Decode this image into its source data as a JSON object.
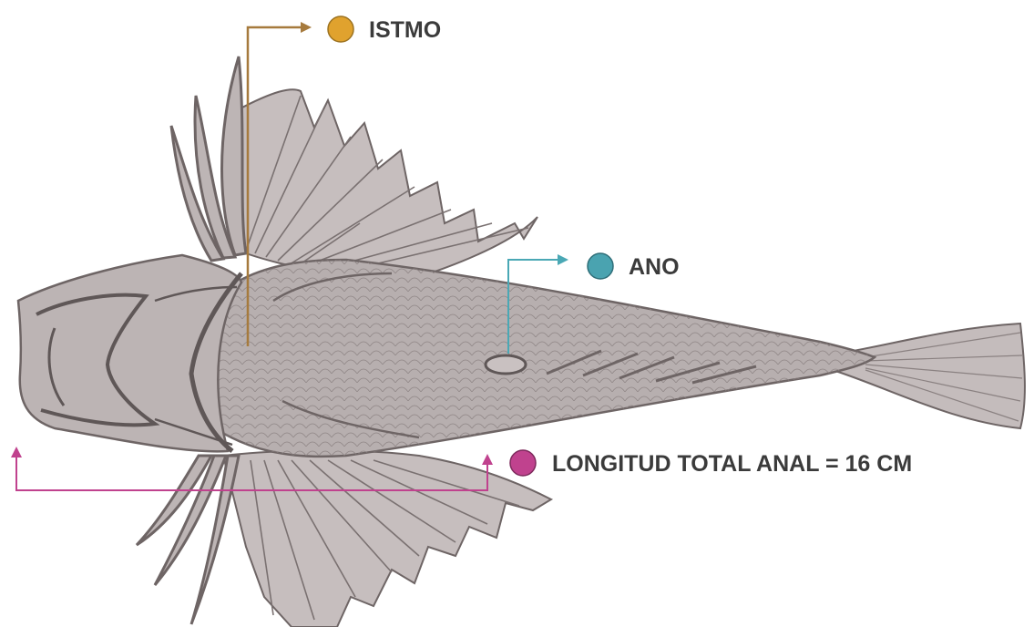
{
  "labels": {
    "istmo": {
      "text": "ISTMO",
      "color": "#e0a22e",
      "line_color": "#a67a3d"
    },
    "ano": {
      "text": "ANO",
      "color": "#4aa3b0",
      "line_color": "#4aa8b5"
    },
    "longitud": {
      "text": "LONGITUD TOTAL ANAL = 16 CM",
      "color": "#c0428e",
      "line_color": "#c0428e"
    }
  },
  "colors": {
    "fish_body": "#b5adad",
    "fish_fin": "#c2baba",
    "fish_outline": "#6e6565",
    "fish_dark": "#5f5757",
    "background": "#ffffff"
  }
}
